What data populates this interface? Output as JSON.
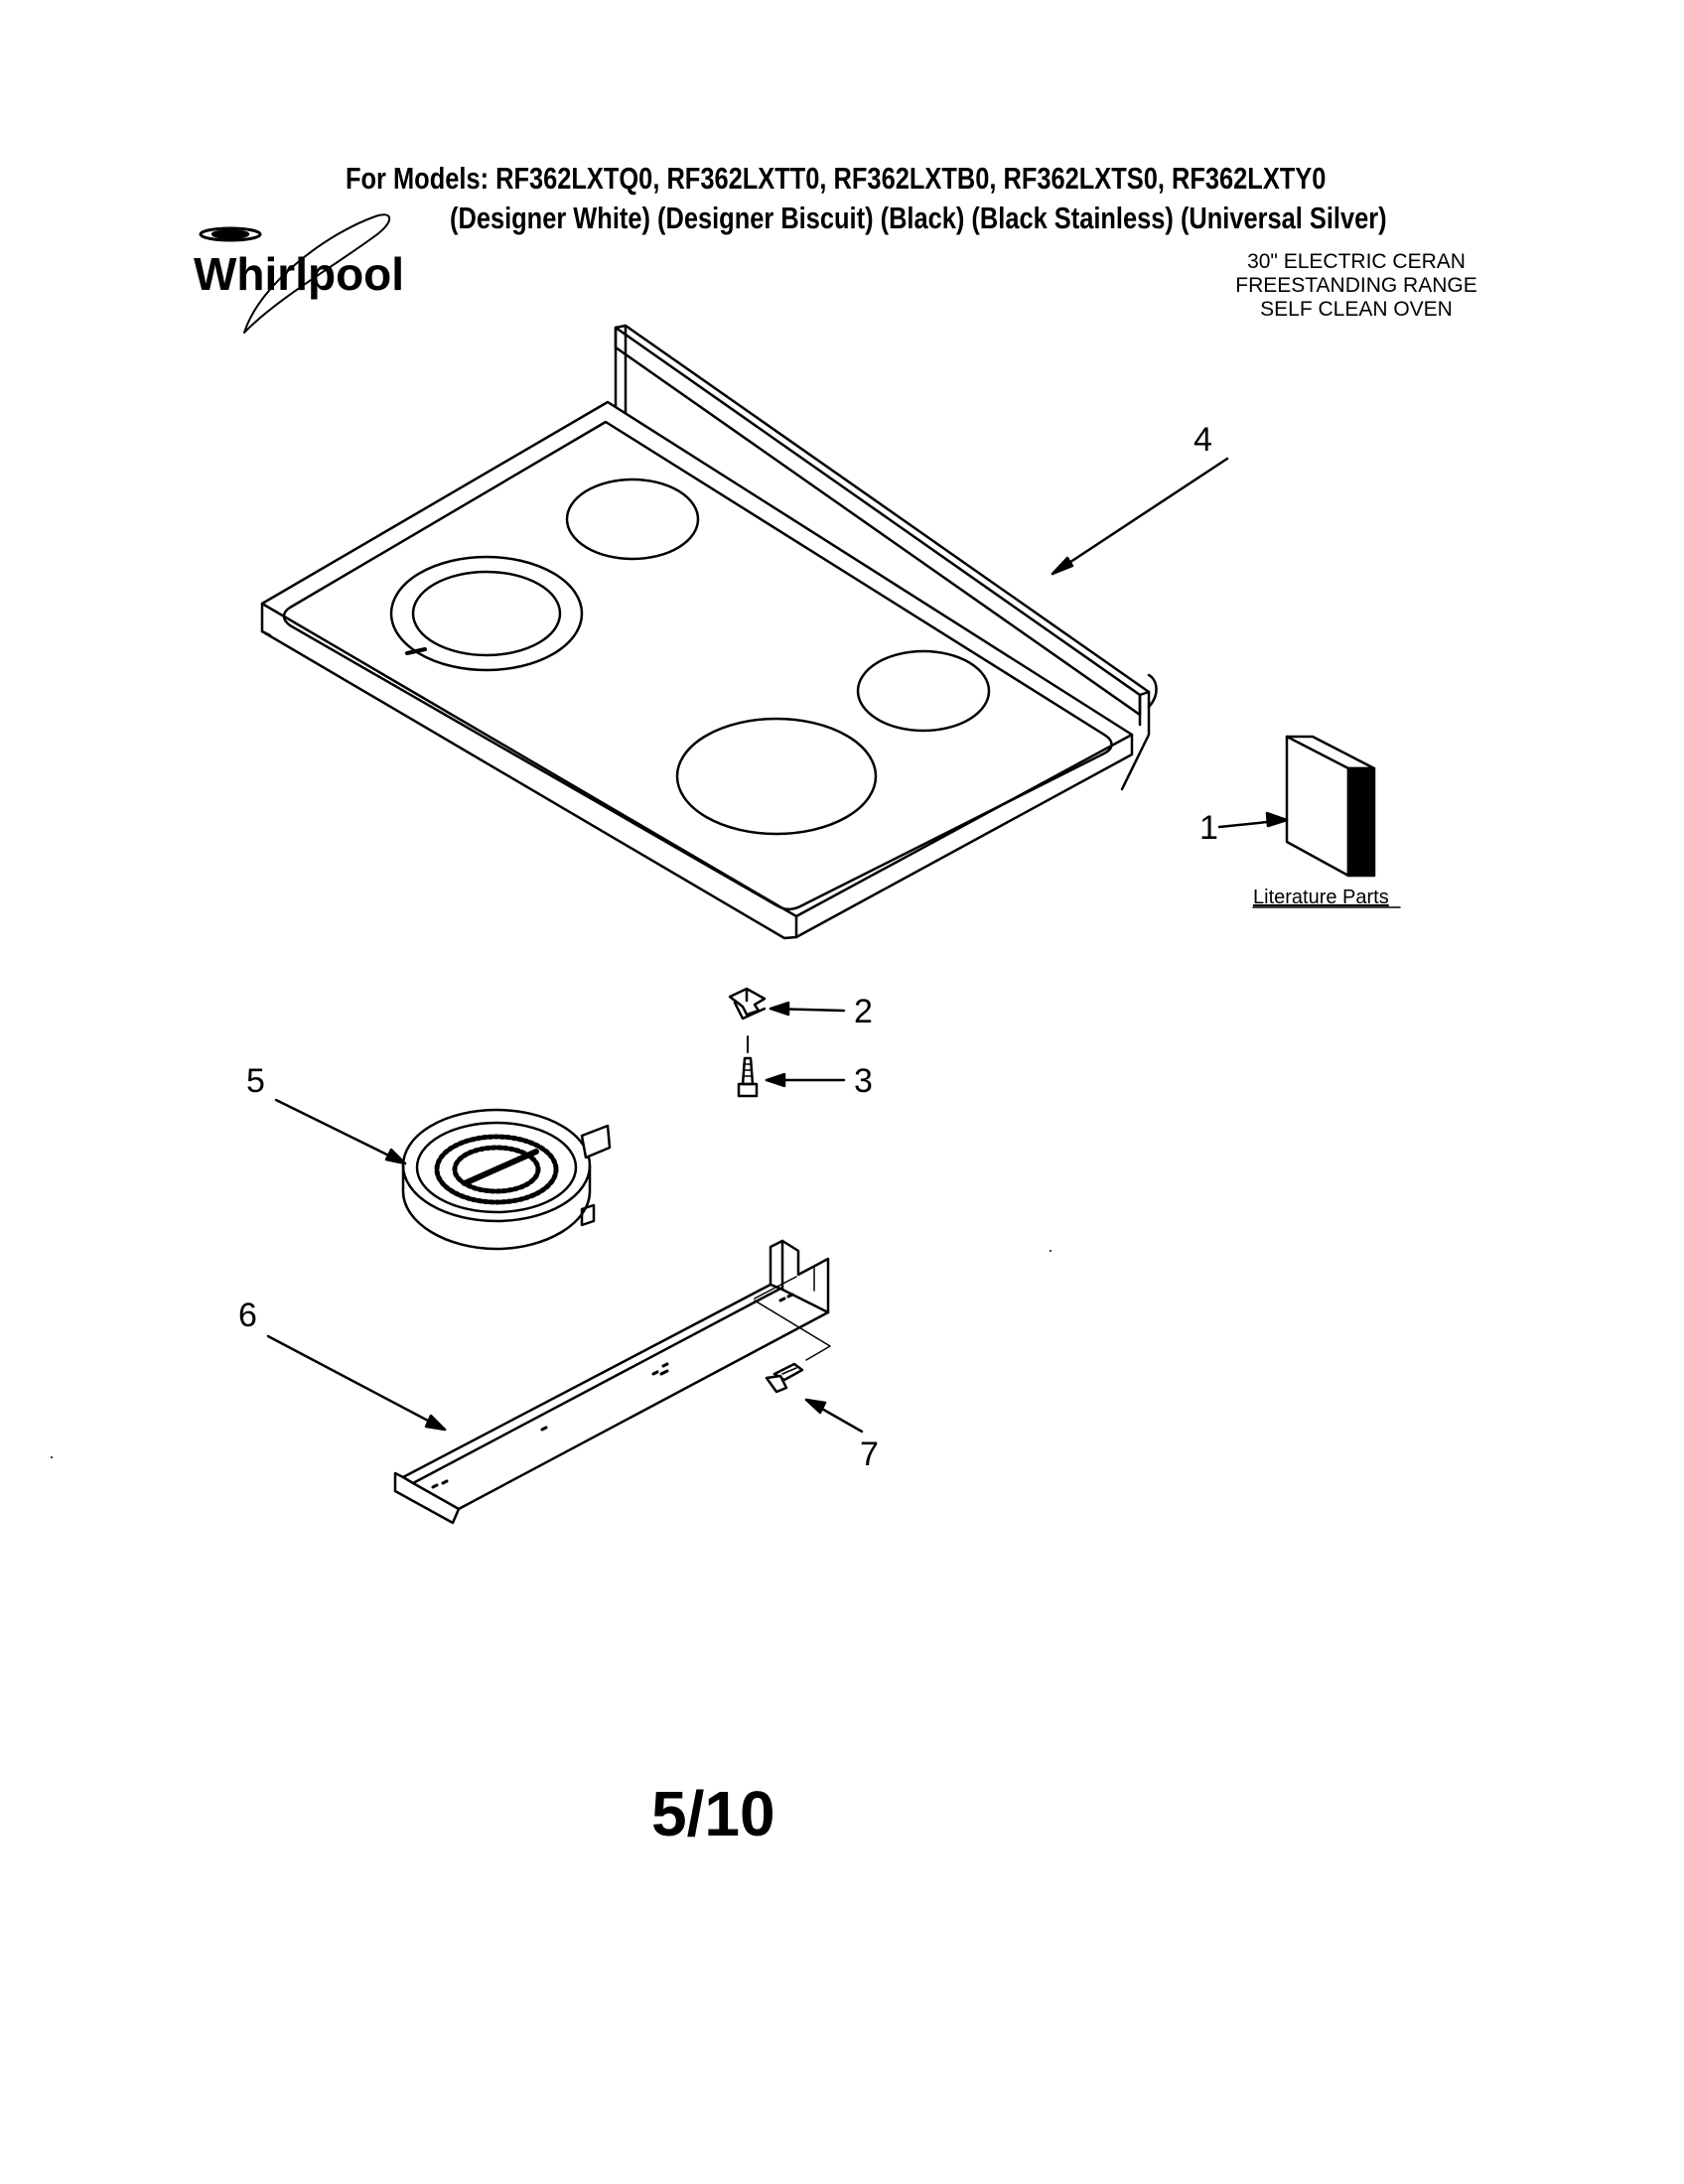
{
  "header": {
    "models_line": "For Models: RF362LXTQ0, RF362LXTT0, RF362LXTB0, RF362LXTS0, RF362LXTY0",
    "colors_line": "(Designer White) (Designer Biscuit) (Black) (Black Stainless) (Universal Silver)",
    "brand": "Whirlpool",
    "product_lines": [
      "30\" ELECTRIC CERAN",
      "FREESTANDING RANGE",
      "SELF CLEAN OVEN"
    ]
  },
  "diagram": {
    "callouts": [
      "1",
      "2",
      "3",
      "4",
      "5",
      "6",
      "7"
    ],
    "literature_label": "Literature Parts"
  },
  "footer": {
    "page_number": "5/10"
  }
}
